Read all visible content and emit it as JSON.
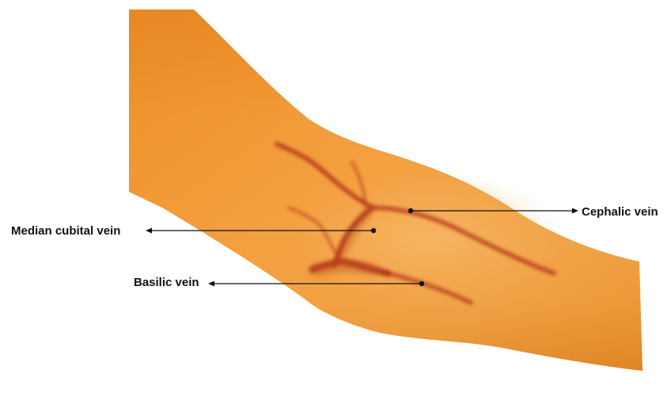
{
  "labels": {
    "cephalic_vein": "Cephalic vein",
    "median_cubital_vein": "Median cubital vein",
    "basilic_vein": "Basilic vein"
  },
  "colors": {
    "skin": "#f0962e",
    "skin_shadow": "#e07f1e",
    "vein": "#b4361c",
    "annotation": "#111111"
  }
}
